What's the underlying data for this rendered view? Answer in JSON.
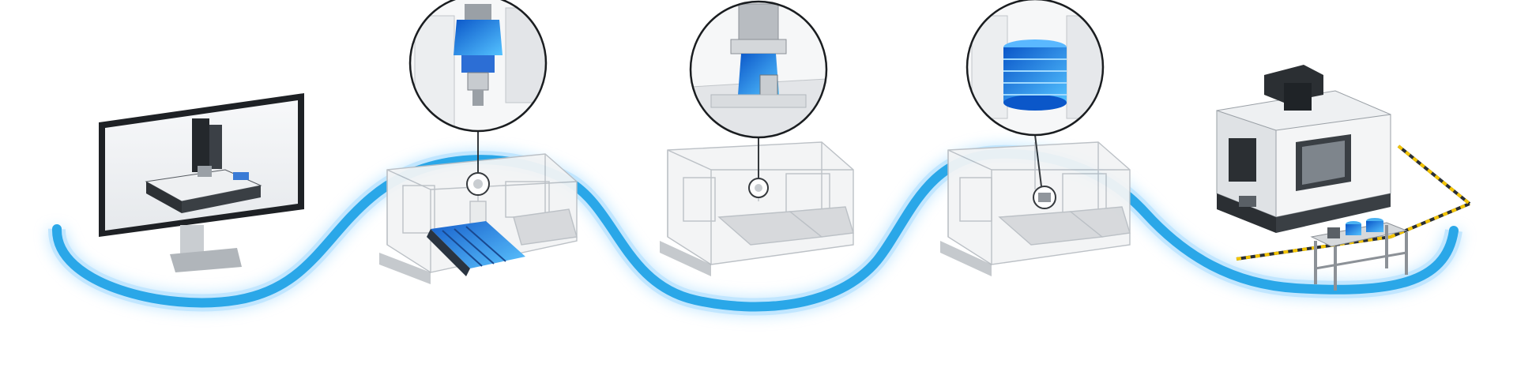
{
  "scene": {
    "description_free": true,
    "accent": "#2aa7e8",
    "glow": "#8fd3ff",
    "steel": "#9aa0a6",
    "outline": "#b9bec4",
    "dark": "#2b2f33",
    "caution_yellow": "#f2c300"
  },
  "stages": [
    {
      "name": "monitor-cad-stage",
      "icon": "monitor-icon"
    },
    {
      "name": "machine-stage-1",
      "icon": "spindle-icon",
      "highlight": "fixture-plate"
    },
    {
      "name": "machine-stage-2",
      "icon": "cutter-icon",
      "highlight": "tool-holder"
    },
    {
      "name": "machine-stage-3",
      "icon": "workpiece-icon",
      "highlight": "cylinder-part"
    },
    {
      "name": "cnc-cell-stage",
      "icon": "cnc-machine-icon",
      "highlight": "parts-on-table"
    }
  ]
}
